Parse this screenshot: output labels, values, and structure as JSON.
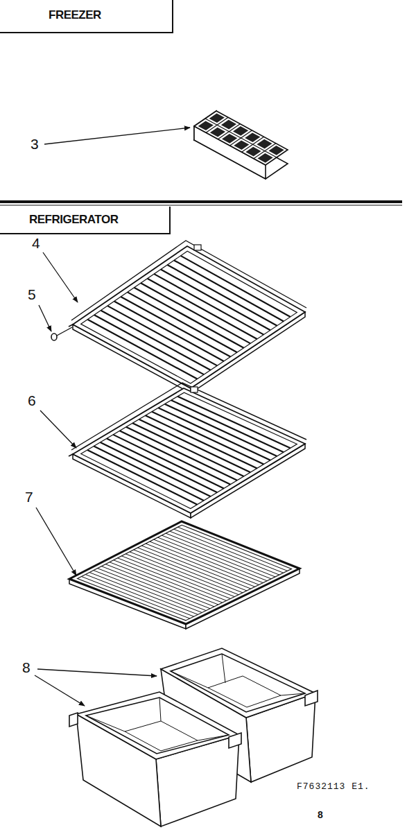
{
  "diagram": {
    "nodes": [
      {
        "text": [
          "FREEZER"
        ]
      },
      {
        "text": [
          "REFRIGERATOR"
        ]
      }
    ],
    "labels": [
      "3",
      "4",
      "5",
      "6",
      "7",
      "8",
      "F7632113 E1.",
      "8"
    ]
  }
}
